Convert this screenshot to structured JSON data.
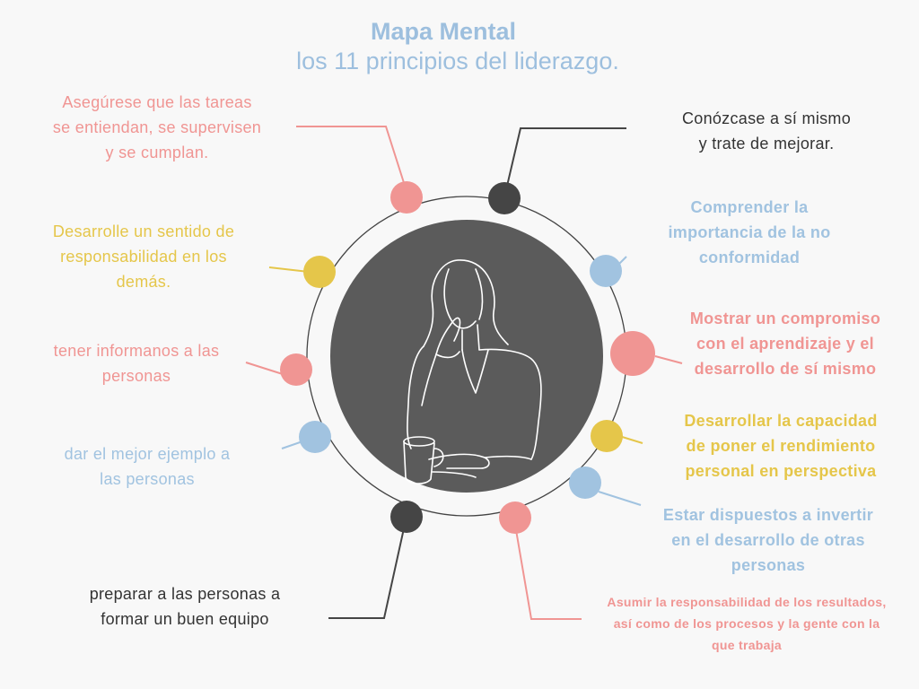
{
  "header": {
    "title": "Mapa Mental",
    "subtitle": "los 11 principios del liderazgo."
  },
  "colors": {
    "background": "#f8f8f8",
    "center_circle": "#5b5b5b",
    "ring": "#444444",
    "pink": "#f09593",
    "yellow": "#e5c64a",
    "blue": "#a1c3e0",
    "dark": "#454545",
    "text_dark": "#333333",
    "illustration_stroke": "#ffffff"
  },
  "principles": [
    {
      "id": "conozcase",
      "text": "Conózcase a sí mismo\ny trate de mejorar.",
      "color": "dark"
    },
    {
      "id": "comprender",
      "text": "Comprender la\nimportancia de la no\nconformidad",
      "color": "blue"
    },
    {
      "id": "compromiso",
      "text": "Mostrar un compromiso\ncon el aprendizaje y el\ndesarrollo de sí mismo",
      "color": "pink"
    },
    {
      "id": "capacidad",
      "text": "Desarrollar la capacidad\nde poner el rendimiento\npersonal en perspectiva",
      "color": "yellow"
    },
    {
      "id": "invertir",
      "text": "Estar dispuestos a invertir\nen el desarrollo de otras\npersonas",
      "color": "blue"
    },
    {
      "id": "asumir",
      "text": "Asumir la responsabilidad de los resultados,\nasí como de los procesos y la gente con la\nque trabaja",
      "color": "pink"
    },
    {
      "id": "equipo",
      "text": "preparar a las personas a\nformar un buen equipo",
      "color": "dark"
    },
    {
      "id": "ejemplo",
      "text": "dar el mejor ejemplo a\nlas personas",
      "color": "blue"
    },
    {
      "id": "informar",
      "text": "tener informanos a las\npersonas",
      "color": "pink"
    },
    {
      "id": "responsabilidad",
      "text": "Desarrolle un sentido de\nresponsabilidad en los\ndemás.",
      "color": "yellow"
    },
    {
      "id": "tareas",
      "text": "Asegúrese que las tareas\nse entiendan, se supervisen\ny se cumplan.",
      "color": "pink"
    }
  ]
}
